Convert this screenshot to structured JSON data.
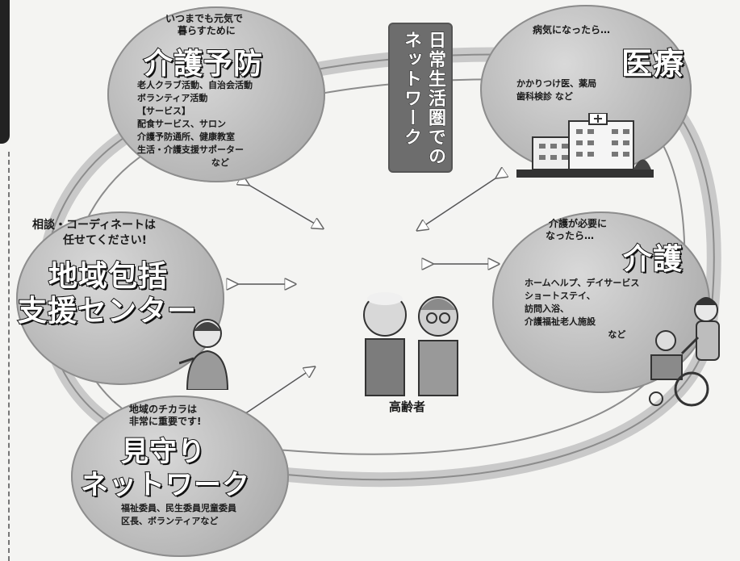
{
  "network_label": {
    "line1": "日常生活圏での",
    "line2": "ネットワーク"
  },
  "prevention": {
    "caption": [
      "いつまでも元気で",
      "暮らすために"
    ],
    "title": "介護予防",
    "items": "老人クラブ活動、自治会活動\nボランティア活動\n【サービス】\n配食サービス、サロン\n介護予防通所、健康教室\n生活・介護支援サポーター\n                        など"
  },
  "medical": {
    "caption": "病気になったら…",
    "title": "医療",
    "items": "かかりつけ医、薬局\n歯科検診 など"
  },
  "center": {
    "caption": [
      "相談・コーディネートは",
      "任せてください!"
    ],
    "title_line1": "地域包括",
    "title_line2": "支援センター"
  },
  "care": {
    "caption": [
      "介護が必要に",
      "なったら…"
    ],
    "title": "介護",
    "items": "ホームヘルプ、デイサービス\nショートステイ、\n訪問入浴、\n介護福祉老人施設\n                           など"
  },
  "watch": {
    "caption": [
      "地域のチカラは",
      "非常に重要です!"
    ],
    "title_line1": "見守り",
    "title_line2": "ネットワーク",
    "items": "福祉委員、民生委員児童委員\n区長、ボランティアなど"
  },
  "elderly_label": "高齢者",
  "colors": {
    "bubble": "#b8b8b8",
    "ring": "#9a9a9a",
    "tab": "#6d6d6d"
  }
}
